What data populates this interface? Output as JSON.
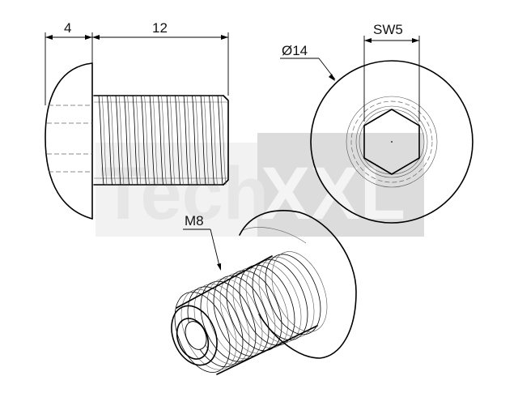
{
  "watermark": {
    "text_left": "Tech",
    "text_right": "XXL",
    "box_color": "#dcdcdc",
    "text_color": "#e8e8e8"
  },
  "dimensions": {
    "head_height": "4",
    "thread_length": "12",
    "head_diameter": "Ø14",
    "socket_size": "SW5",
    "thread_spec": "M8"
  },
  "colors": {
    "line": "#000000",
    "background": "#ffffff"
  }
}
